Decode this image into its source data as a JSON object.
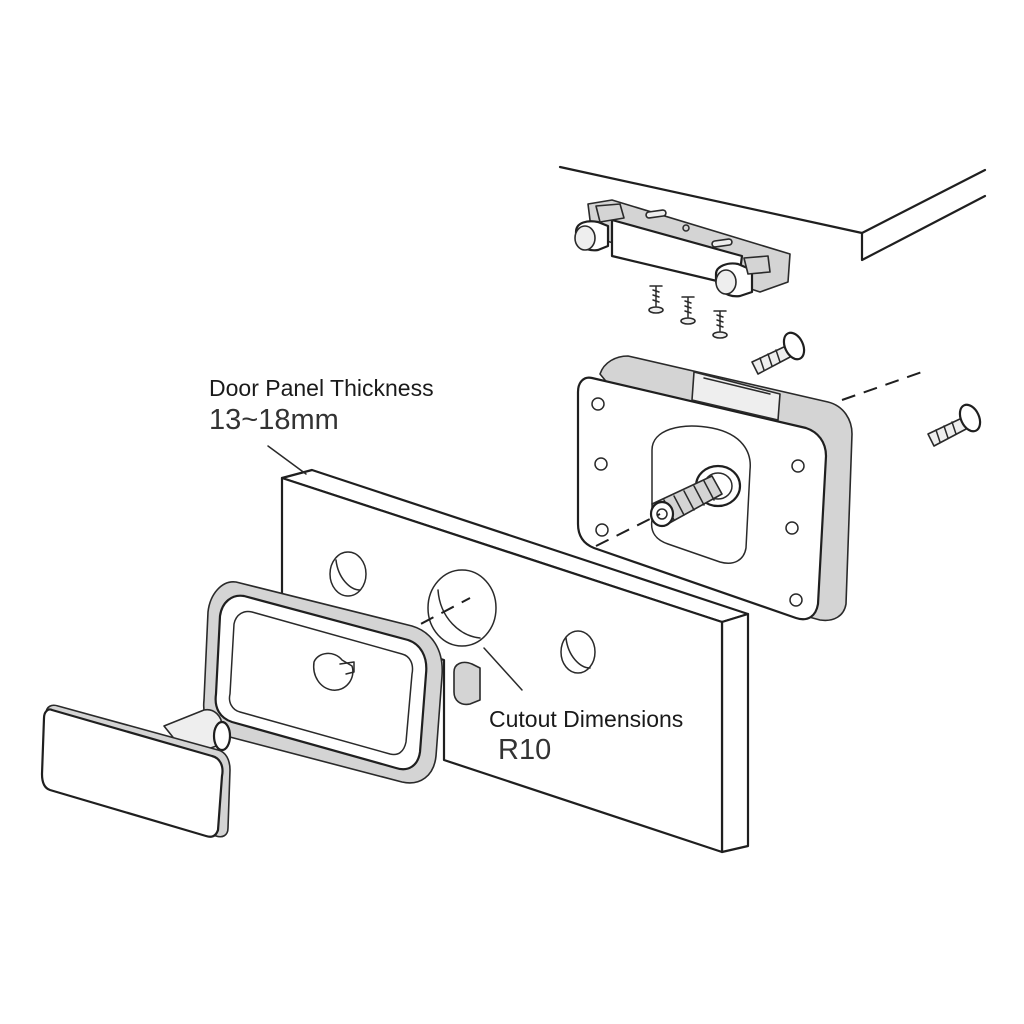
{
  "labels": {
    "panel_thickness": {
      "title": "Door Panel Thickness",
      "value": "13~18mm"
    },
    "cutout": {
      "title": "Cutout Dimensions",
      "value": "R10"
    }
  },
  "colors": {
    "line": "#1f1f1f",
    "shade": "#d4d4d4",
    "background": "#ffffff"
  }
}
